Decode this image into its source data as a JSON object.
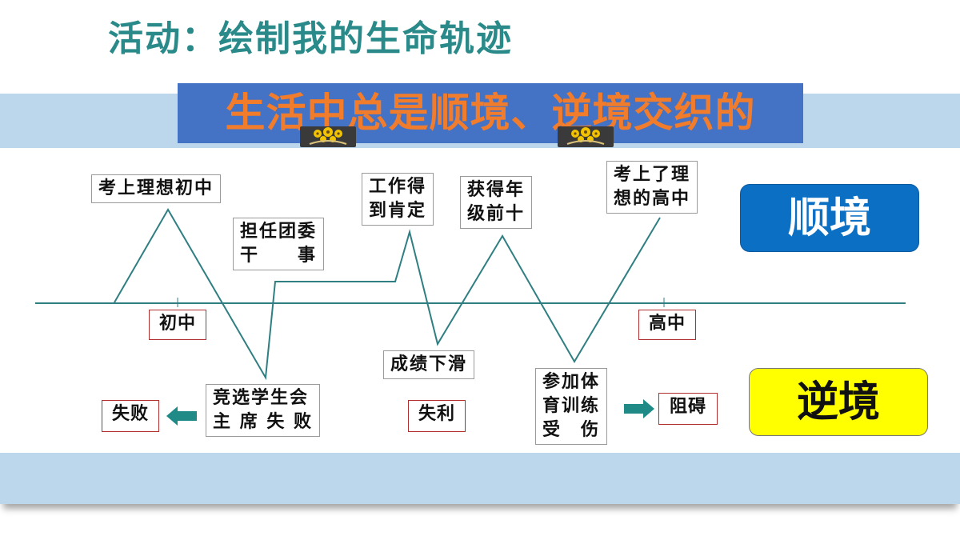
{
  "title": "活动：绘制我的生命轨迹",
  "banner": "生活中总是顺境、逆境交织的",
  "legend": {
    "good": "顺境",
    "bad": "逆境"
  },
  "axis_labels": {
    "junior": "初中",
    "senior": "高中"
  },
  "events_up": {
    "exam_junior": "考上理想初中",
    "league_role": "担任团委\n干　　事",
    "work_praised": "工作得\n到肯定",
    "top_ten": "获得年\n级前十",
    "exam_senior": "考上了理\n想的高中"
  },
  "events_down": {
    "election_fail": "竞选学生会\n主 席 失 败",
    "grades_drop": "成绩下滑",
    "sports_injury": "参加体\n育训练\n受　伤"
  },
  "outcomes": {
    "failure": "失败",
    "setback": "失利",
    "obstacle": "阻碍"
  },
  "colors": {
    "title": "#2a8a8a",
    "banner_bg": "#4472c4",
    "banner_text": "#f07c2c",
    "good": "#0b6fc4",
    "bad": "#ffff00",
    "line": "#2f7f82"
  }
}
